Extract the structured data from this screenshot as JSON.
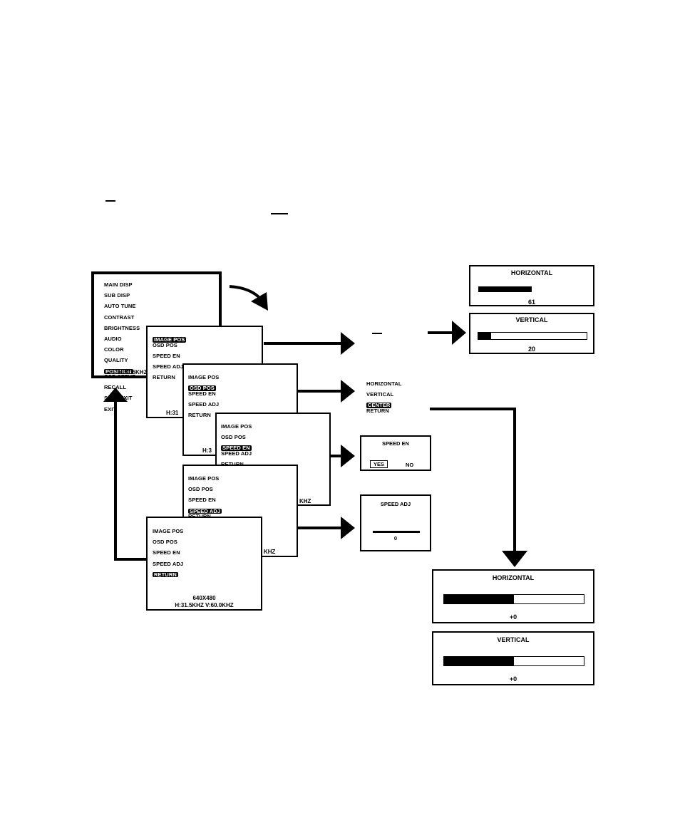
{
  "main_menu": {
    "items": [
      "MAIN DISP",
      "SUB DISP",
      "AUTO TUNE",
      "CONTRAST",
      "BRIGHTNESS",
      "AUDIO",
      "COLOR",
      "QUALITY",
      "POSITION",
      "OSD SETUP",
      "RECALL",
      "SAVE EXIT",
      "EXIT"
    ],
    "selected": "POSITION",
    "freq": "H:31.5KHZ"
  },
  "position_menu": {
    "items": [
      "IMAGE POS",
      "OSD POS",
      "SPEED EN",
      "SPEED ADJ",
      "RETURN"
    ],
    "freq_short": "H:31",
    "freq_mid": "H:3",
    "freq_right": "KHZ",
    "mode": "640X480",
    "freq_full": "H:31.5KHZ V:60.0KHZ"
  },
  "image_pos": {
    "horizontal_title": "HORIZONTAL",
    "horizontal_value": "61",
    "horizontal_fill": 0.5,
    "vertical_title": "VERTICAL",
    "vertical_value": "20",
    "vertical_fill": 0.12
  },
  "osd_pos": {
    "items": [
      "HORIZONTAL",
      "VERTICAL",
      "CENTER",
      "RETURN"
    ],
    "selected": "CENTER"
  },
  "speed_en": {
    "title": "SPEED EN",
    "yes": "YES",
    "no": "NO"
  },
  "speed_adj": {
    "title": "SPEED ADJ",
    "value": "0"
  },
  "osd_result": {
    "horizontal_title": "HORIZONTAL",
    "horizontal_value": "+0",
    "horizontal_fill": 0.5,
    "vertical_title": "VERTICAL",
    "vertical_value": "+0",
    "vertical_fill": 0.5
  }
}
